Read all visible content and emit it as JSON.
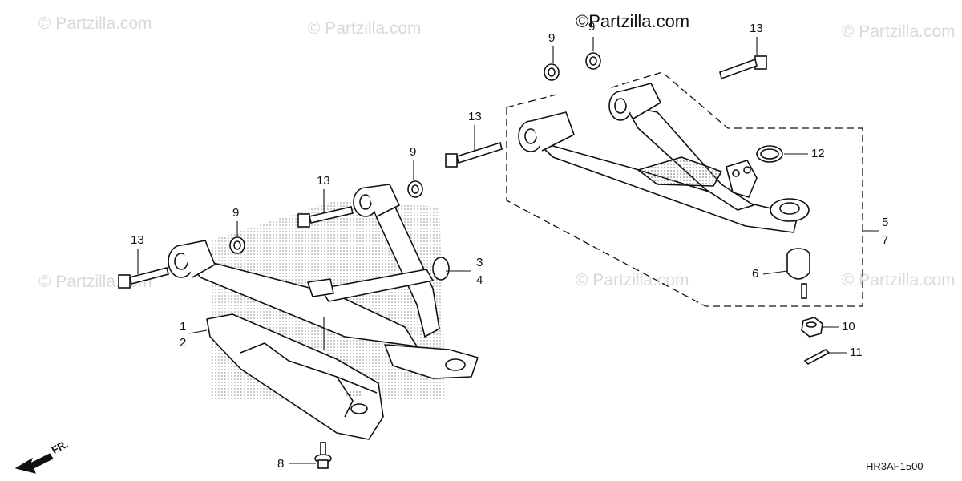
{
  "watermarks": {
    "text": "© Partzilla.com",
    "text_main": "©Partzilla.com"
  },
  "callouts": {
    "c1": "1",
    "c2": "2",
    "c3": "3",
    "c4": "4",
    "c5": "5",
    "c6": "6",
    "c7": "7",
    "c8": "8",
    "c9": "9",
    "c10": "10",
    "c11": "11",
    "c12": "12",
    "c13": "13"
  },
  "diagram_code": "HR3AF1500",
  "direction_label": "FR.",
  "colors": {
    "line": "#111111",
    "watermark": "#d9d9d9",
    "shade": "#bdbdbd"
  }
}
